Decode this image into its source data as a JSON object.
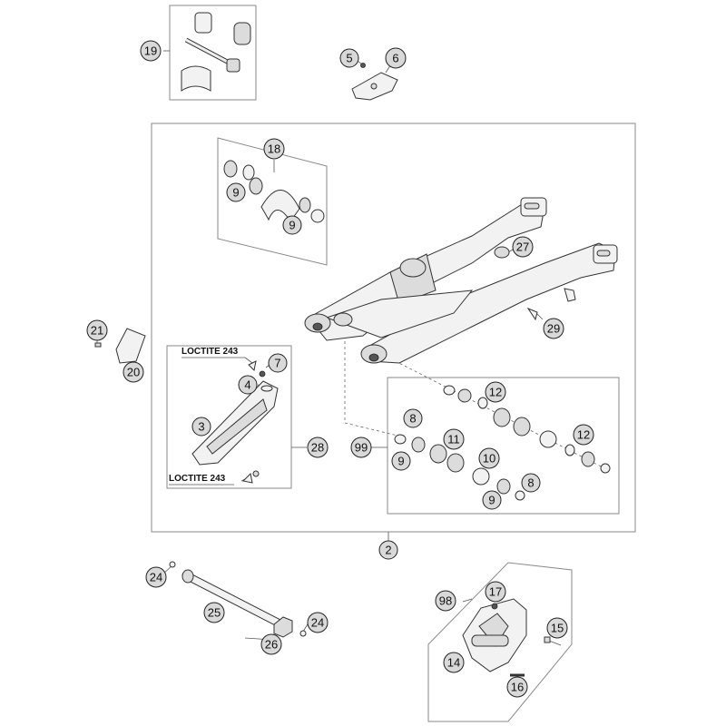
{
  "callouts": [
    "19",
    "5",
    "6",
    "18",
    "9",
    "9",
    "27",
    "21",
    "20",
    "7",
    "4",
    "3",
    "28",
    "12",
    "8",
    "11",
    "99",
    "9",
    "10",
    "8",
    "9",
    "12",
    "29",
    "2",
    "24",
    "25",
    "24",
    "26",
    "98",
    "17",
    "15",
    "14",
    "16"
  ],
  "notes": [
    "LOCTITE 243",
    "LOCTITE 243"
  ]
}
